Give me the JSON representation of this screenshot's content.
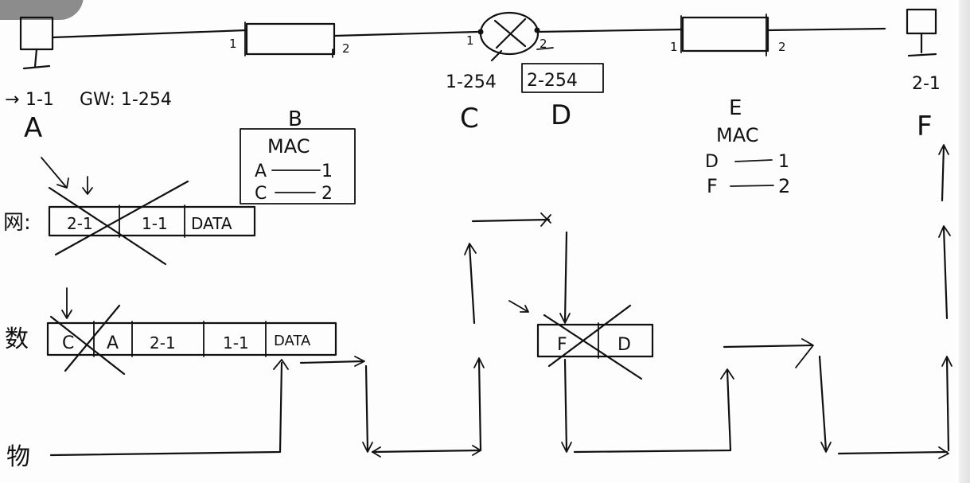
{
  "diagram": {
    "devices": {
      "host_a": {
        "name": "A",
        "ip": "1-1",
        "gateway": "GW: 1-254",
        "icon": "pc-icon"
      },
      "switch_b": {
        "name": "B",
        "port1": "1",
        "port2": "2"
      },
      "router": {
        "port1": "1",
        "port2": "2",
        "c_name": "C",
        "c_ip": "1-254",
        "d_name": "D",
        "d_ip": "2-254",
        "icon": "router-icon"
      },
      "switch_e": {
        "name": "E",
        "port1": "1",
        "port2": "2"
      },
      "host_f": {
        "name": "F",
        "ip": "2-1",
        "icon": "pc-icon"
      }
    },
    "mac_table_b": {
      "title": "MAC",
      "rows": [
        {
          "mac": "A",
          "port": "1"
        },
        {
          "mac": "C",
          "port": "2"
        }
      ]
    },
    "mac_table_e": {
      "title": "MAC",
      "rows": [
        {
          "mac": "D",
          "port": "1"
        },
        {
          "mac": "F",
          "port": "2"
        }
      ]
    },
    "layers": {
      "network": "网:",
      "datalink": "数",
      "physical": "物"
    },
    "packet_network": [
      "2-1",
      "1-1",
      "DATA"
    ],
    "frame_datalink": [
      "C",
      "A",
      "2-1",
      "1-1",
      "DATA"
    ],
    "frame_router_out": [
      "F",
      "D"
    ],
    "colors": {
      "ink": "#111111",
      "background": "#fdfdfd"
    }
  }
}
